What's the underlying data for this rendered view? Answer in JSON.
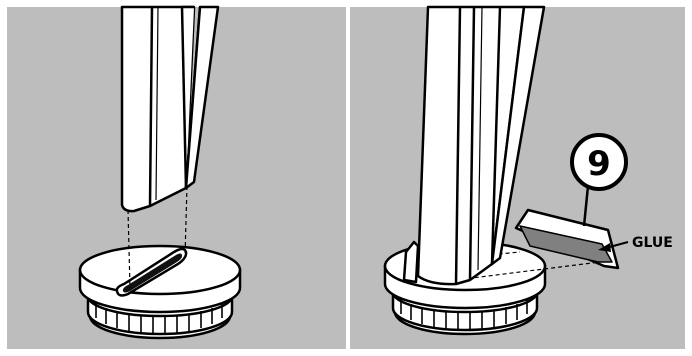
{
  "panels": [
    {
      "id": "left",
      "description_key": "leg-inserting-into-foot-cap"
    },
    {
      "id": "right",
      "description_key": "leg-seated-with-glue-strip"
    }
  ],
  "step_badge": {
    "number": "9"
  },
  "callout": {
    "label": "GLUE"
  },
  "colors": {
    "background": "#bdbdbd",
    "part_fill": "#ffffff",
    "outline": "#000000",
    "glue_strip": "#808080",
    "slot_dark": "#111111"
  }
}
